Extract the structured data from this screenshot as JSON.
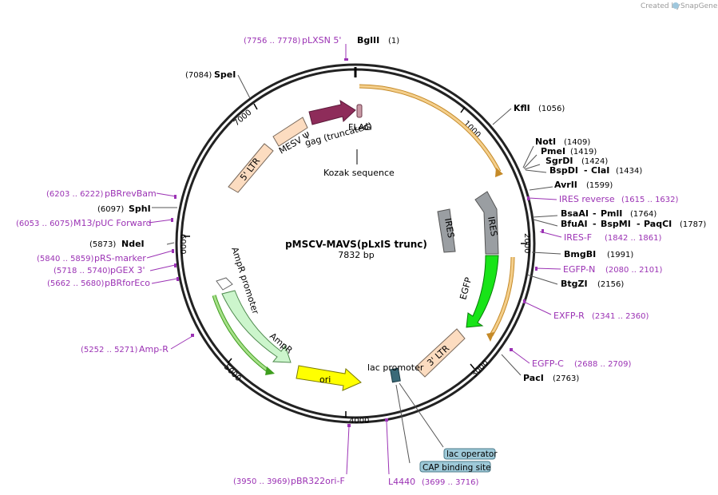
{
  "branding": {
    "created_by": "Created by",
    "app": "SnapGene"
  },
  "plasmid": {
    "name": "pMSCV-MAVS(pLxIS trunc)",
    "length": "7832 bp"
  },
  "colors": {
    "backbone": "#222222",
    "primer": "#9b32b4",
    "FLAG": "#c99aa6",
    "gag": "#8e2c5a",
    "LTR": "#fcdcc0",
    "IRES": "#9a9ea2",
    "EGFP": "#18e418",
    "AmpR": "#ccf5cc",
    "ori": "#ffff00",
    "lac_box": "#9ec9d8",
    "orf": "#e8a840"
  },
  "ticks": [
    {
      "pos": 1000,
      "label": "1000"
    },
    {
      "pos": 2000,
      "label": "2000"
    },
    {
      "pos": 3000,
      "label": "3000"
    },
    {
      "pos": 4000,
      "label": "4000"
    },
    {
      "pos": 5000,
      "label": "5000"
    },
    {
      "pos": 6000,
      "label": "6000"
    },
    {
      "pos": 7000,
      "label": "7000"
    }
  ],
  "features": [
    {
      "name": "FLAG",
      "label": "FLAG"
    },
    {
      "name": "gag",
      "label": "gag (truncated)"
    },
    {
      "name": "MESV",
      "label": "MESV Ψ"
    },
    {
      "name": "5LTR",
      "label": "5' LTR"
    },
    {
      "name": "Kozak",
      "label": "Kozak sequence"
    },
    {
      "name": "IRES",
      "label": "IRES"
    },
    {
      "name": "IRES2",
      "label": "IRES"
    },
    {
      "name": "EGFP",
      "label": "EGFP"
    },
    {
      "name": "3LTR",
      "label": "3' LTR"
    },
    {
      "name": "lac_promoter",
      "label": "lac promoter"
    },
    {
      "name": "ori",
      "label": "ori"
    },
    {
      "name": "AmpR",
      "label": "AmpR"
    },
    {
      "name": "AmpR_promoter",
      "label": "AmpR promoter"
    }
  ],
  "boxes": {
    "lac_operator": "lac operator",
    "cap_binding": "CAP binding site"
  },
  "enzymes": [
    {
      "name": "BglII",
      "pos": "(1)"
    },
    {
      "name": "KflI",
      "pos": "(1056)"
    },
    {
      "name": "NotI",
      "pos": "(1409)"
    },
    {
      "name": "PmeI",
      "pos": "(1419)"
    },
    {
      "name": "SgrDI",
      "pos": "(1424)"
    },
    {
      "name": "BspDI",
      "name2": "ClaI",
      "pos": "(1434)"
    },
    {
      "name": "AvrII",
      "pos": "(1599)"
    },
    {
      "name": "BsaAI",
      "name2": "PmlI",
      "pos": "(1764)"
    },
    {
      "name": "BfuAI",
      "name2": "BspMI",
      "name3": "PaqCI",
      "pos": "(1787)"
    },
    {
      "name": "BmgBI",
      "pos": "(1991)"
    },
    {
      "name": "BtgZI",
      "pos": "(2156)"
    },
    {
      "name": "PacI",
      "pos": "(2763)"
    },
    {
      "name": "NdeI",
      "pos": "(5873)"
    },
    {
      "name": "SphI",
      "pos": "(6097)"
    },
    {
      "name": "SpeI",
      "pos": "(7084)"
    }
  ],
  "primers": [
    {
      "name": "pLXSN 5'",
      "pos": "(7756 .. 7778)"
    },
    {
      "name": "IRES reverse",
      "pos": "(1615 .. 1632)"
    },
    {
      "name": "IRES-F",
      "pos": "(1842 .. 1861)"
    },
    {
      "name": "EGFP-N",
      "pos": "(2080 .. 2101)"
    },
    {
      "name": "EXFP-R",
      "pos": "(2341 .. 2360)"
    },
    {
      "name": "EGFP-C",
      "pos": "(2688 .. 2709)"
    },
    {
      "name": "L4440",
      "pos": "(3699 .. 3716)"
    },
    {
      "name": "pBR322ori-F",
      "pos": "(3950 .. 3969)"
    },
    {
      "name": "Amp-R",
      "pos": "(5252 .. 5271)"
    },
    {
      "name": "pBRforEco",
      "pos": "(5662 .. 5680)"
    },
    {
      "name": "pGEX 3'",
      "pos": "(5718 .. 5740)"
    },
    {
      "name": "pRS-marker",
      "pos": "(5840 .. 5859)"
    },
    {
      "name": "M13/pUC Forward",
      "pos": "(6053 .. 6075)"
    },
    {
      "name": "pBRrevBam",
      "pos": "(6203 .. 6222)"
    }
  ]
}
